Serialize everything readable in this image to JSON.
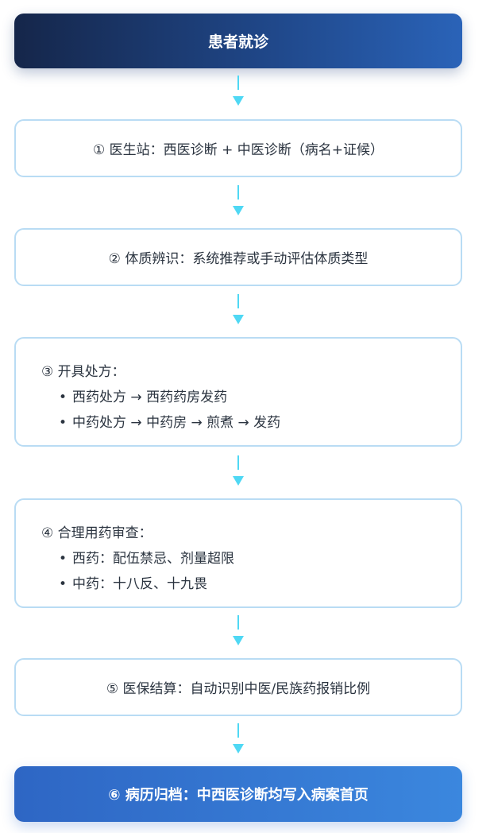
{
  "steps": {
    "start": {
      "label": "患者就诊"
    },
    "diagnosis": {
      "label": "① 医生站：西医诊断 + 中医诊断（病名+证候）"
    },
    "constitution": {
      "label": "② 体质辨识：系统推荐或手动评估体质类型"
    },
    "prescription": {
      "title": "③ 开具处方：",
      "bullet": "•",
      "items": [
        "西药处方 → 西药药房发药",
        "中药处方 → 中药房 → 煎煮 → 发药"
      ]
    },
    "review": {
      "title": "④ 合理用药审查：",
      "bullet": "•",
      "items": [
        "西药：配伍禁忌、剂量超限",
        "中药：十八反、十九畏"
      ]
    },
    "insurance": {
      "label": "⑤ 医保结算：自动识别中医/民族药报销比例"
    },
    "archive": {
      "label": "⑥ 病历归档：中西医诊断均写入病案首页"
    }
  },
  "colors": {
    "start_gradient": [
      "#15264a",
      "#2a63b8"
    ],
    "box_border": "#b9dcf4",
    "arrow": "#4fd8f4",
    "final_gradient": [
      "#2e66c4",
      "#3b87de"
    ]
  },
  "icons": {
    "connector": "arrow-down-icon"
  }
}
